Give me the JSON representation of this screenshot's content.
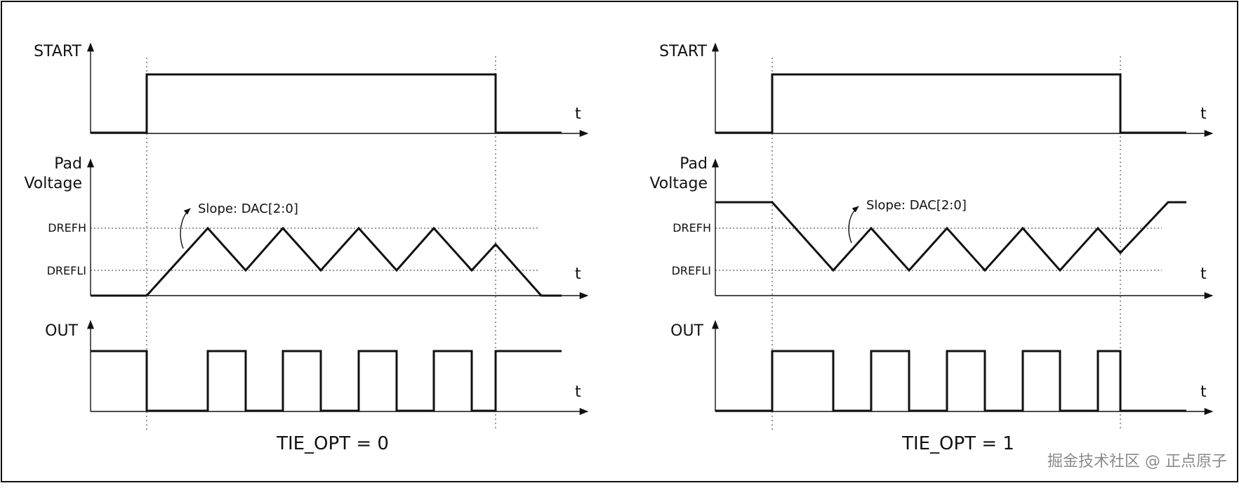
{
  "signals": {
    "start": "START",
    "pad": "Pad",
    "voltage": "Voltage",
    "out": "OUT",
    "time_axis": "t"
  },
  "levels": {
    "high": "DREFH",
    "low": "DREFLI"
  },
  "annotations": {
    "slope": "Slope: DAC[2:0]"
  },
  "captions": {
    "left": "TIE_OPT = 0",
    "right": "TIE_OPT = 1"
  },
  "watermark": "掘金技术社区 @ 正点原子"
}
